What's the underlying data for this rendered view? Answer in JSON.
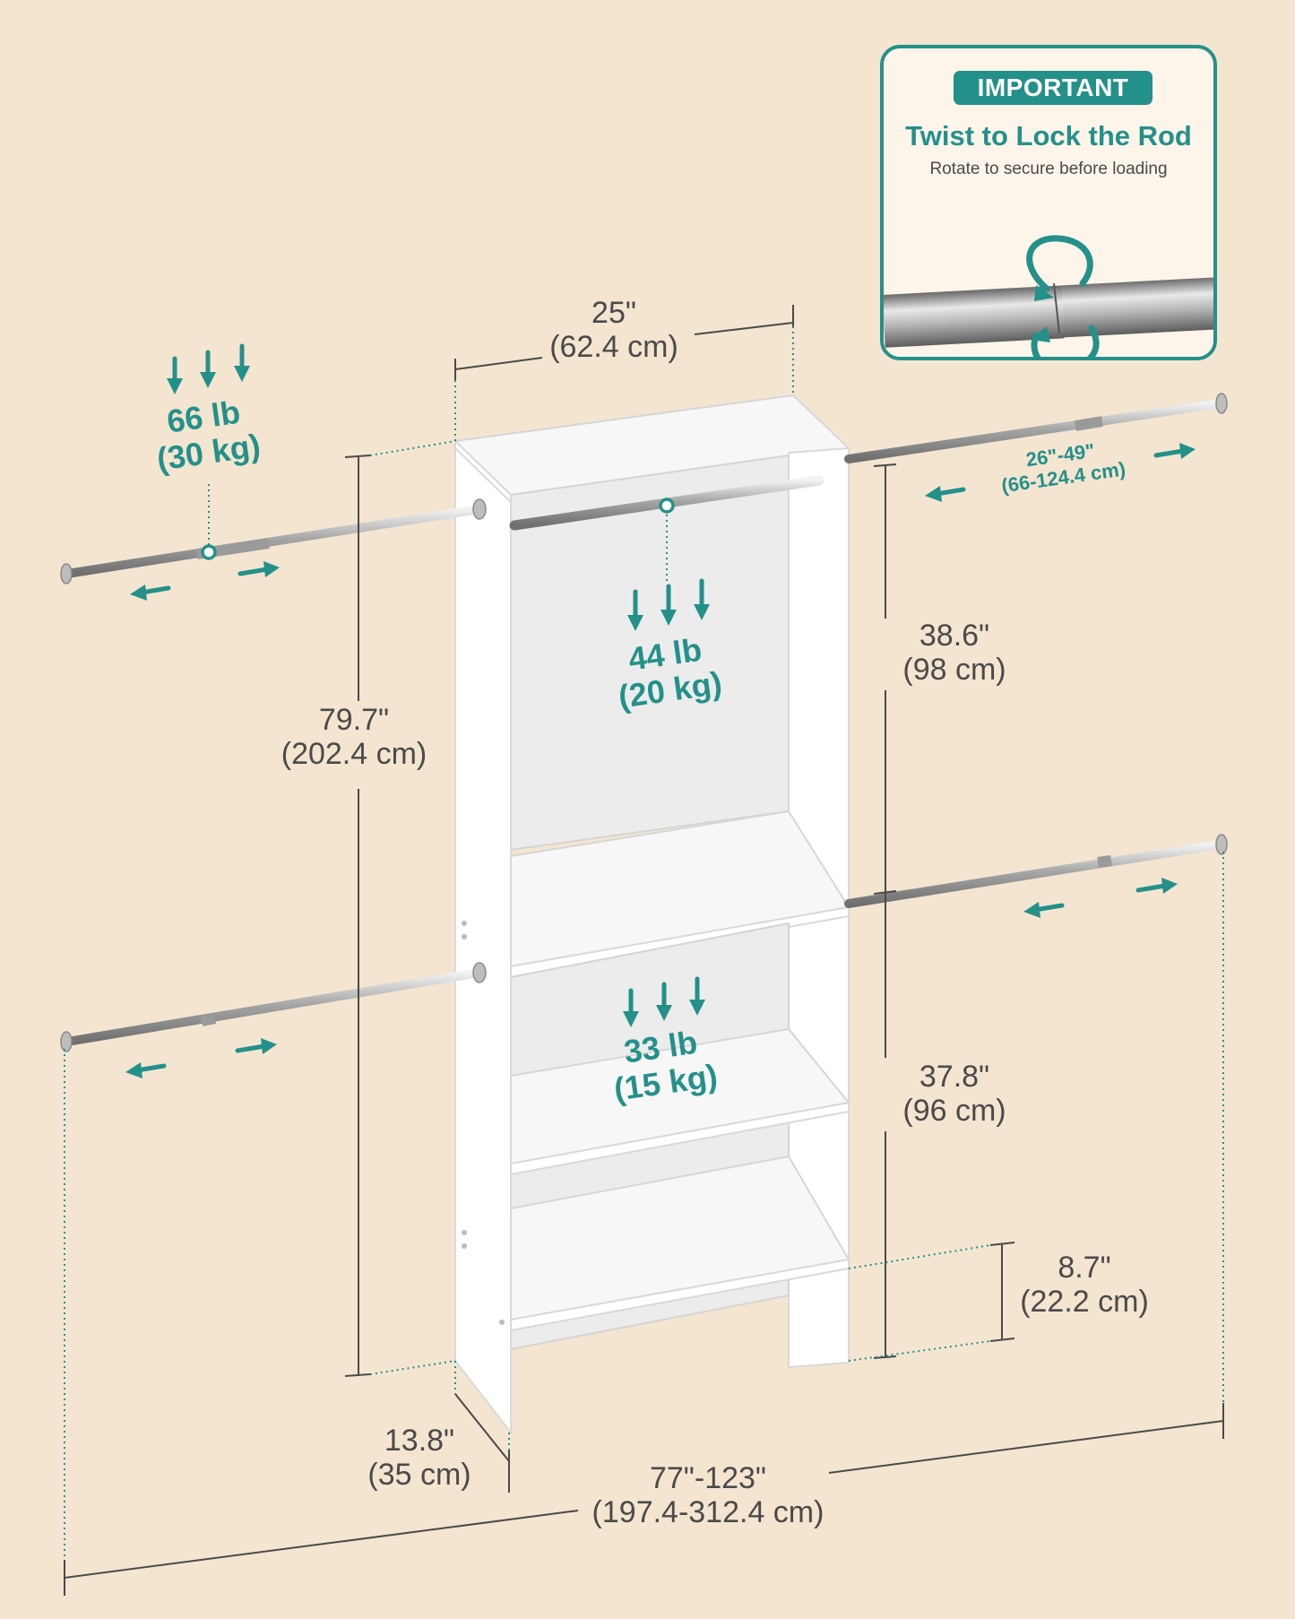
{
  "callout": {
    "badge": "IMPORTANT",
    "title": "Twist to Lock the Rod",
    "subtitle": "Rotate to secure before loading",
    "icon": "rotate-lock-icon"
  },
  "dimensions": {
    "top_width": {
      "in": "25\"",
      "cm": "(62.4 cm)"
    },
    "total_height": {
      "in": "79.7\"",
      "cm": "(202.4 cm)"
    },
    "upper_height": {
      "in": "38.6\"",
      "cm": "(98 cm)"
    },
    "lower_height": {
      "in": "37.8\"",
      "cm": "(96 cm)"
    },
    "bottom_gap": {
      "in": "8.7\"",
      "cm": "(22.2 cm)"
    },
    "depth": {
      "in": "13.8\"",
      "cm": "(35 cm)"
    },
    "total_width": {
      "in": "77\"-123\"",
      "cm": "(197.4-312.4 cm)"
    },
    "rod_range": {
      "in": "26\"-49\"",
      "cm": "(66-124.4 cm)"
    }
  },
  "loads": {
    "side_rod": {
      "lb": "66 lb",
      "kg": "(30 kg)"
    },
    "center_rod": {
      "lb": "44 lb",
      "kg": "(20 kg)"
    },
    "shelf": {
      "lb": "33 lb",
      "kg": "(15 kg)"
    }
  },
  "colors": {
    "accent": "#24908a",
    "background": "#f4e5d1",
    "text": "#4a4a4a"
  }
}
